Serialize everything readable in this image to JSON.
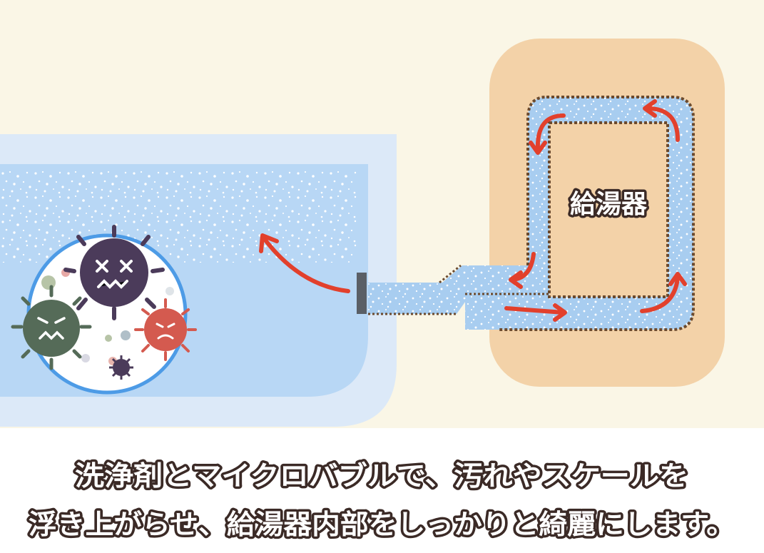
{
  "heater_label": "給湯器",
  "caption": {
    "line1": "洗浄剤とマイクロバブルで、汚れやスケールを",
    "line2": "浮き上がらせ、給湯器内部をしっかりと綺麗にします。"
  },
  "colors": {
    "background": "#faf6e6",
    "water": "#b8d7f5",
    "pipe_water": "#a8cdf0",
    "heater_box": "#f3d2a8",
    "dirt": "#6b4a2e",
    "arrow": "#e2402c",
    "magnifier_ring": "#4d9be6",
    "outline": "#3b2a26"
  },
  "icons": [
    "germ-large-icon",
    "germ-green-icon",
    "germ-red-icon",
    "arrow-icon"
  ]
}
